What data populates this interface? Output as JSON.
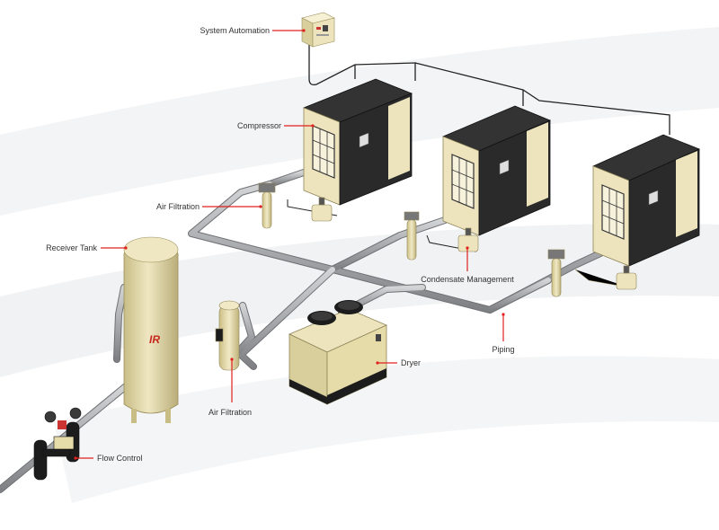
{
  "colors": {
    "leader": "#e0211d",
    "cabinet_dark": "#2a2a2a",
    "cabinet_cream": "#ede4bd",
    "tank_cream": "#e6dca9",
    "pipe": "#a9abae",
    "flow_control": "#1c1c1c"
  },
  "labels": {
    "system_automation": "System Automation",
    "compressor": "Compressor",
    "air_filtration_upper": "Air Filtration",
    "receiver_tank": "Receiver Tank",
    "condensate_management": "Condensate Management",
    "piping": "Piping",
    "dryer": "Dryer",
    "air_filtration_lower": "Air Filtration",
    "flow_control": "Flow Control"
  },
  "brand": {
    "logo_text": "IR"
  }
}
